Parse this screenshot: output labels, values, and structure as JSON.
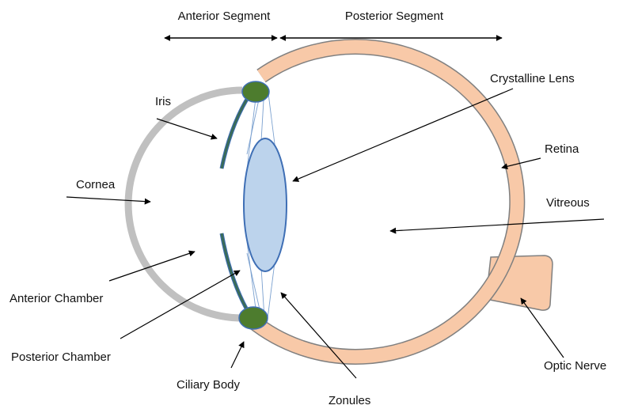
{
  "segments": {
    "anterior": "Anterior Segment",
    "posterior": "Posterior Segment"
  },
  "labels": {
    "crystalline_lens": "Crystalline Lens",
    "iris": "Iris",
    "retina": "Retina",
    "cornea": "Cornea",
    "vitreous": "Vitreous",
    "anterior_chamber": "Anterior Chamber",
    "posterior_chamber": "Posterior Chamber",
    "ciliary_body": "Ciliary Body",
    "zonules": "Zonules",
    "optic_nerve": "Optic Nerve"
  },
  "colors": {
    "sclera": "#f8c9a8",
    "cornea": "#c0c0c0",
    "lens_fill": "#bcd3ec",
    "lens_stroke": "#3f6fb5",
    "iris": "#3a6b58",
    "ciliary": "#4d7c2e",
    "zonule": "#7aa0cf",
    "arrow": "#000000"
  }
}
